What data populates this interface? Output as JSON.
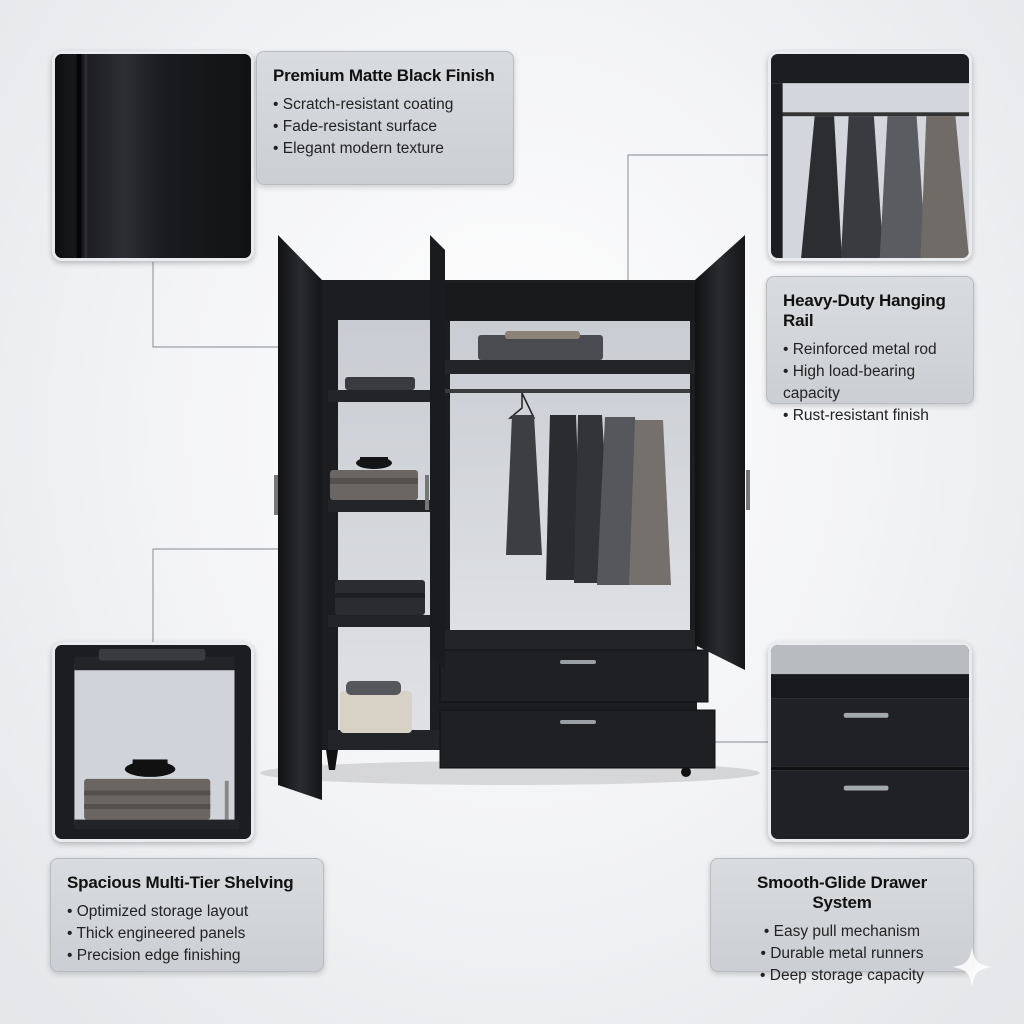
{
  "callouts": {
    "finish": {
      "title": "Premium Matte Black Finish",
      "items": [
        "Scratch-resistant coating",
        "Fade-resistant surface",
        "Elegant modern texture"
      ]
    },
    "rail": {
      "title": "Heavy-Duty Hanging Rail",
      "items": [
        "Reinforced metal rod",
        "High load-bearing capacity",
        "Rust-resistant finish"
      ]
    },
    "shelving": {
      "title": "Spacious Multi-Tier Shelving",
      "items": [
        "Optimized storage layout",
        "Thick engineered panels",
        "Precision edge finishing"
      ]
    },
    "drawer": {
      "title": "Smooth-Glide Drawer System",
      "items": [
        "Easy pull mechanism",
        "Durable metal runners",
        "Deep storage capacity"
      ]
    }
  },
  "colors": {
    "cabinet": "#1c1d20",
    "interior": "#d3d6dc",
    "callout_bg": "#d2d5d9",
    "connector": "#9aa0a6"
  }
}
